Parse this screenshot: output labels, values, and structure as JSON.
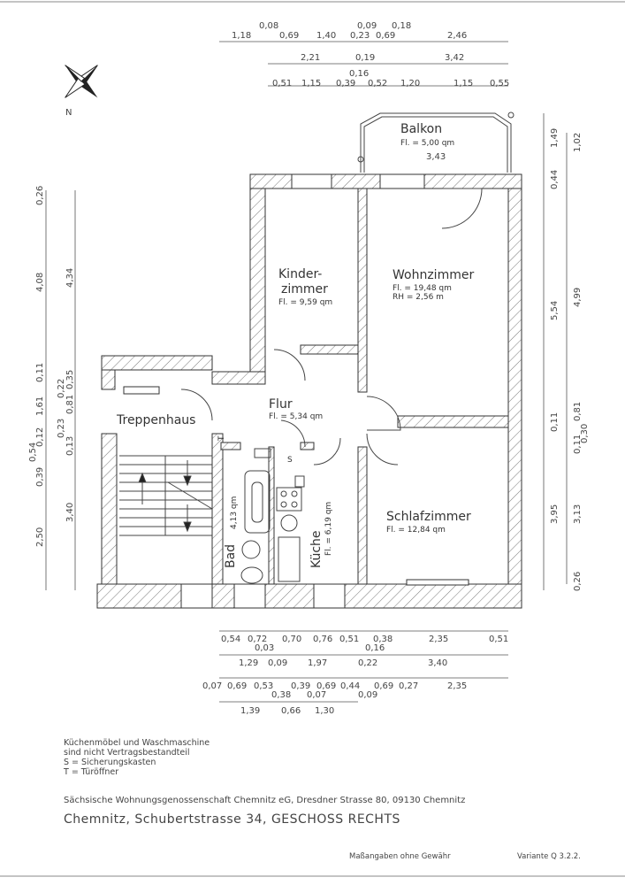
{
  "rooms": {
    "balkon": {
      "name": "Balkon",
      "area": "Fl. = 5,00 qm",
      "width": "3,43"
    },
    "kinderzimmer": {
      "name1": "Kinder-",
      "name2": "zimmer",
      "area": "Fl. = 9,59 qm"
    },
    "wohnzimmer": {
      "name": "Wohnzimmer",
      "area": "Fl. = 19,48 qm",
      "height": "RH = 2,56 m"
    },
    "flur": {
      "name": "Flur",
      "area": "Fl. = 5,34 qm"
    },
    "treppenhaus": {
      "name": "Treppenhaus"
    },
    "bad": {
      "name": "Bad",
      "area": "4,13 qm"
    },
    "kueche": {
      "name": "Küche",
      "area": "Fl. = 6,19 qm"
    },
    "schlafzimmer": {
      "name": "Schlafzimmer",
      "area": "Fl. = 12,84 qm"
    }
  },
  "markers": {
    "s": "S",
    "t": "T"
  },
  "dimensions": {
    "top": [
      "1,18",
      "0,08",
      "0,69",
      "1,40",
      "0,23",
      "0,09",
      "0,69",
      "0,18",
      "2,46",
      "2,21",
      "0,19",
      "3,42",
      "0,51",
      "1,15",
      "0,39",
      "0,16",
      "0,52",
      "1,20",
      "1,15",
      "0,55"
    ],
    "bottom": [
      "0,54",
      "0,72",
      "0,70",
      "0,76",
      "0,51",
      "0,38",
      "2,35",
      "0,51",
      "0,03",
      "0,16",
      "1,29",
      "0,09",
      "1,97",
      "0,22",
      "3,40",
      "0,07",
      "0,69",
      "0,53",
      "0,39",
      "0,69",
      "0,44",
      "0,69",
      "0,27",
      "2,35",
      "0,38",
      "0,07",
      "0,09",
      "1,39",
      "0,66",
      "1,30"
    ],
    "left": [
      "0,26",
      "4,08",
      "0,11",
      "1,61",
      "0,12",
      "0,54",
      "0,39",
      "2,50",
      "4,34",
      "0,35",
      "0,22",
      "0,81",
      "0,23",
      "0,13",
      "3,40"
    ],
    "right": [
      "1,49",
      "0,44",
      "5,54",
      "0,11",
      "3,95",
      "1,02",
      "4,99",
      "0,81",
      "0,30",
      "0,11",
      "3,13",
      "0,26"
    ]
  },
  "notes": {
    "line1": "Küchenmöbel und Waschmaschine",
    "line2": "sind nicht Vertragsbestandteil",
    "line3": "S = Sicherungskasten",
    "line4": "T = Türöffner"
  },
  "company": "Sächsische Wohnungsgenossenschaft Chemnitz eG, Dresdner Strasse 80, 09130 Chemnitz",
  "address": "Chemnitz, Schubertstrasse 34, GESCHOSS RECHTS",
  "disclaimer": "Maßangaben ohne Gewähr",
  "variant": "Variante Q 3.2.2.",
  "compass_label": "N"
}
